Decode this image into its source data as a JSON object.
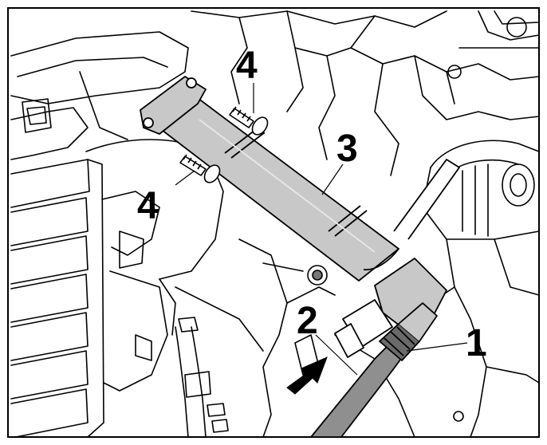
{
  "figure": {
    "labels": {
      "part_1": "1",
      "part_2": "2",
      "part_3": "3",
      "part_4_top": "4",
      "part_4_left": "4"
    }
  },
  "colors": {
    "line": "#000000",
    "part_fill": "#c8c8c8",
    "hose_fill": "#8f8f8f",
    "background": "#ffffff"
  },
  "icons": {
    "direction_arrow": "thick-arrow-right-up-icon"
  }
}
